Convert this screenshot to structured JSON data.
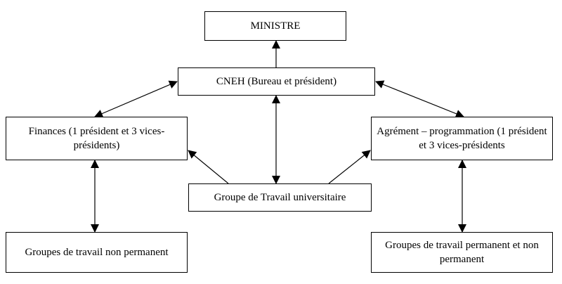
{
  "diagram": {
    "nodes": {
      "ministre": "MINISTRE",
      "cneh": "CNEH (Bureau et président)",
      "finances": "Finances (1 président et 3 vices-présidents)",
      "agrement": "Agrément – programmation (1 président et 3 vices-présidents",
      "groupe_universitaire": "Groupe de Travail universitaire",
      "groupes_non_permanent": "Groupes de travail non permanent",
      "groupes_permanent": "Groupes de travail permanent et non permanent"
    },
    "edges": [
      {
        "from": "cneh",
        "to": "ministre",
        "direction": "to"
      },
      {
        "from": "cneh",
        "to": "finances",
        "direction": "both"
      },
      {
        "from": "cneh",
        "to": "agrement",
        "direction": "both"
      },
      {
        "from": "cneh",
        "to": "groupe_universitaire",
        "direction": "both"
      },
      {
        "from": "groupe_universitaire",
        "to": "finances",
        "direction": "to"
      },
      {
        "from": "groupe_universitaire",
        "to": "agrement",
        "direction": "to"
      },
      {
        "from": "finances",
        "to": "groupes_non_permanent",
        "direction": "both"
      },
      {
        "from": "agrement",
        "to": "groupes_permanent",
        "direction": "both"
      }
    ],
    "colors": {
      "line": "#000000",
      "box_border": "#000000",
      "background": "#ffffff"
    }
  }
}
